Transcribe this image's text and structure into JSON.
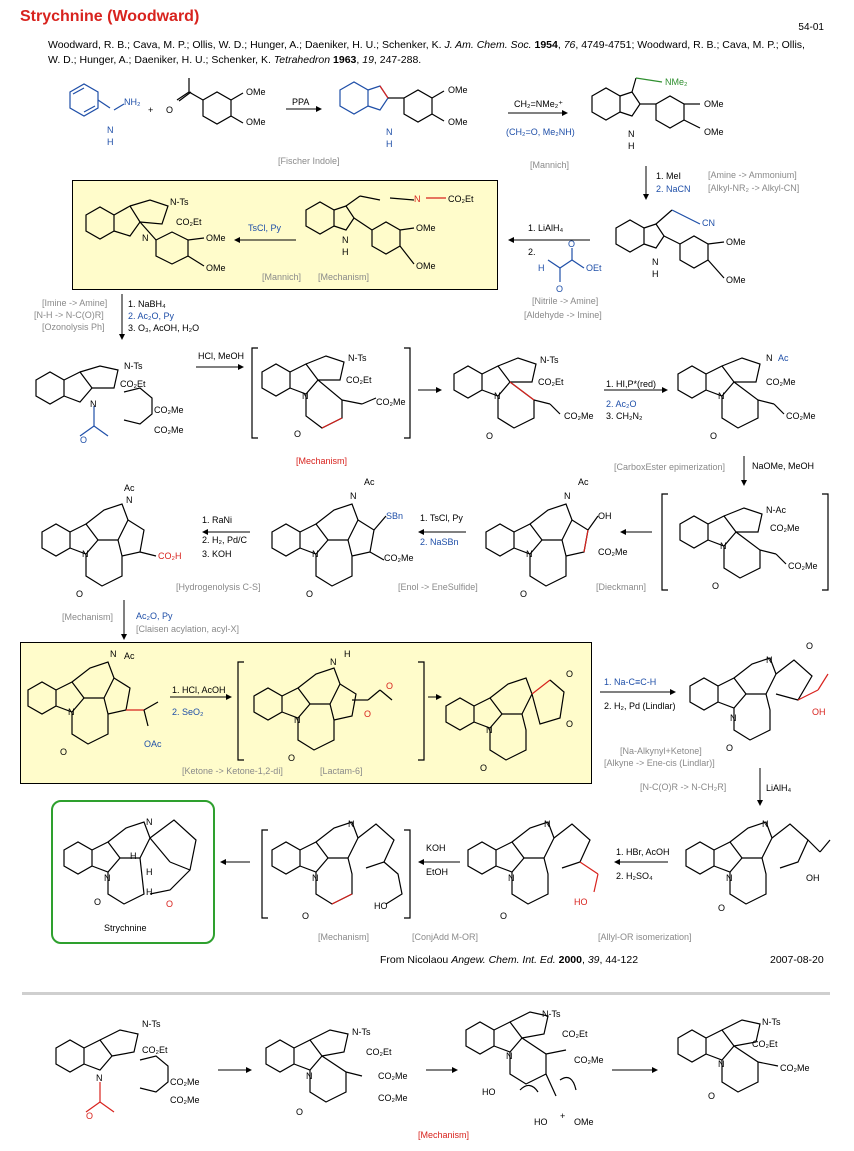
{
  "header": {
    "title": "Strychnine (Woodward)",
    "page_id": "54-01",
    "reference_authors_1": "Woodward, R. B.; Cava, M. P.; Ollis, W. D.; Hunger, A.; Daeniker, H. U.; Schenker, K. ",
    "reference_journal_1": "J. Am. Chem. Soc.",
    "reference_year_1": "1954",
    "reference_volume_1": "76",
    "reference_pages_1": ", 4749-4751;  ",
    "reference_authors_2": "Woodward, R. B.; Cava, M. P.; Ollis, W. D.; Hunger,  A.; Daeniker, H. U.; Schenker, K. ",
    "reference_journal_2": "Tetrahedron",
    "reference_year_2": "1963",
    "reference_volume_2": "19",
    "reference_pages_2": ", 247-288."
  },
  "scheme": {
    "reagents": {
      "ppa": "PPA",
      "mannich_reagent": "CH₂=NMe₂⁺",
      "mannich_reagent_sub": "(CH₂=O, Me₂NH)",
      "mei_1": "1. MeI",
      "nacn_2": "2. NaCN",
      "lialh4_1": "1. LiAlH₄",
      "lialh4_2": "2.",
      "tscl_py": "TsCl, Py",
      "nabh4_1": "1. NaBH₄",
      "ac2o_2": "2. Ac₂O, Py",
      "o3_3": "3. O₃, AcOH, H₂O",
      "hcl_meoh": "HCl, MeOH",
      "hi_1": "1. HI,P*(red)",
      "ac2o_b": "2. Ac₂O",
      "ch2n2_3": "3. CH₂N₂",
      "naome": "NaOMe, MeOH",
      "tscl_1": "1. TsCl, Py",
      "nasbn_2": "2. NaSBn",
      "rani_1": "1. RaNi",
      "h2pd_2": "2. H₂, Pd/C",
      "koh_3": "3. KOH",
      "ac2o_py": "Ac₂O, Py",
      "hcl_acoh_1": "1. HCl, AcOH",
      "seo2_2": "2. SeO₂",
      "na_alkyne_1": "1. Na-C≡C-H",
      "lindlar_2": "2. H₂, Pd (Lindlar)",
      "lialh4_b": "LiAlH₄",
      "hbr_1": "1. HBr, AcOH",
      "h2so4_2": "2. H₂SO₄",
      "koh_etoh_1": "KOH",
      "koh_etoh_2": "EtOH"
    },
    "labels": {
      "fischer": "[Fischer Indole]",
      "mannich1": "[Mannich]",
      "amine_ammonium": "[Amine -> Ammonium]",
      "alkyl_nr2": "[Alkyl-NR₂ -> Alkyl-CN]",
      "mannich2": "[Mannich]",
      "mechanism1": "[Mechanism]",
      "nitrile_amine": "[Nitrile -> Amine]",
      "aldehyde_imine": "[Aldehyde -> Imine]",
      "imine_amine": "[Imine -> Amine]",
      "nh_ncor": "[N-H -> N-C(O)R]",
      "ozonolysis": "[Ozonolysis Ph]",
      "mechanism_red": "[Mechanism]",
      "carboxester": "[CarboxEster epimerization]",
      "hydrogenolysis": "[Hydrogenolysis C-S]",
      "enol_enesulfide": "[Enol -> EneSulfide]",
      "dieckmann": "[Dieckmann]",
      "mechanism2": "[Mechanism]",
      "claisen": "[Claisen acylation, acyl-X]",
      "ketone_diketone": "[Ketone -> Ketone-1,2-di]",
      "lactam6": "[Lactam-6]",
      "na_alkynyl": "[Na-Alkynyl+Ketone]",
      "alkyne_ene": "[Alkyne -> Ene-cis (Lindlar)]",
      "ncor_nch2r": "[N-C(O)R -> N-CH₂R]",
      "mechanism3": "[Mechanism]",
      "conjadd": "[ConjAdd M-OR]",
      "allyl_or": "[Allyl-OR isomerization]",
      "mechanism_bottom": "[Mechanism]"
    },
    "atoms": {
      "nh2": "NH₂",
      "nh": "N",
      "h": "H",
      "ome": "OMe",
      "o": "O",
      "ts": "Ts",
      "n": "N",
      "co2et": "CO₂Et",
      "co2me": "CO₂Me",
      "nme2": "NMe₂",
      "cn": "CN",
      "ac": "Ac",
      "sbn": "SBn",
      "oh": "OH",
      "co2h": "CO₂H",
      "oac": "OAc",
      "ho": "HO",
      "et": "Et",
      "oet": "OEt",
      "n_ts": "N-Ts",
      "n_ac": "N-Ac",
      "plus": "+",
      "ho_plus": "HO",
      "ome_end": "OMe"
    },
    "product_name": "Strychnine"
  },
  "footer": {
    "source_prefix": "From Nicolaou ",
    "source_journal": "Angew. Chem. Int. Ed.",
    "source_year": "2000",
    "source_volume": "39",
    "source_pages": ", 44-122",
    "date": "2007-08-20"
  }
}
